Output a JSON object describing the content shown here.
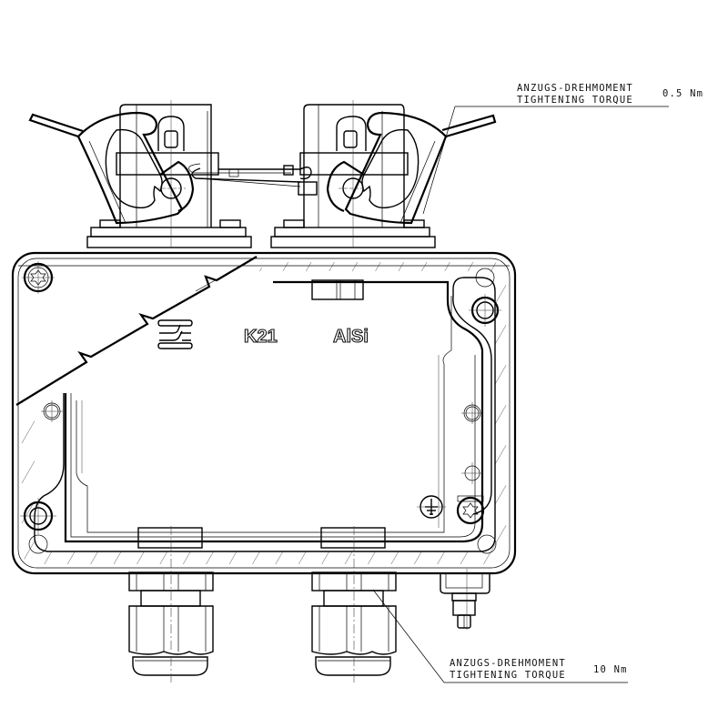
{
  "drawing": {
    "type": "technical-drawing",
    "subject": "terminal box with two lever latches and two cable glands",
    "markings": {
      "type_code": "K21",
      "material": "AlSi",
      "flame_symbol": "flameproof-symbol",
      "earth_symbol": "ground-icon"
    },
    "annotations": [
      {
        "label_de": "ANZUGS-DREHMOMENT",
        "label_en": "TIGHTENING TORQUE",
        "value": "0.5 Nm",
        "target": "latch"
      },
      {
        "label_de": "ANZUGS-DREHMOMENT",
        "label_en": "TIGHTENING TORQUE",
        "value": "10 Nm",
        "target": "cable-gland"
      }
    ]
  }
}
